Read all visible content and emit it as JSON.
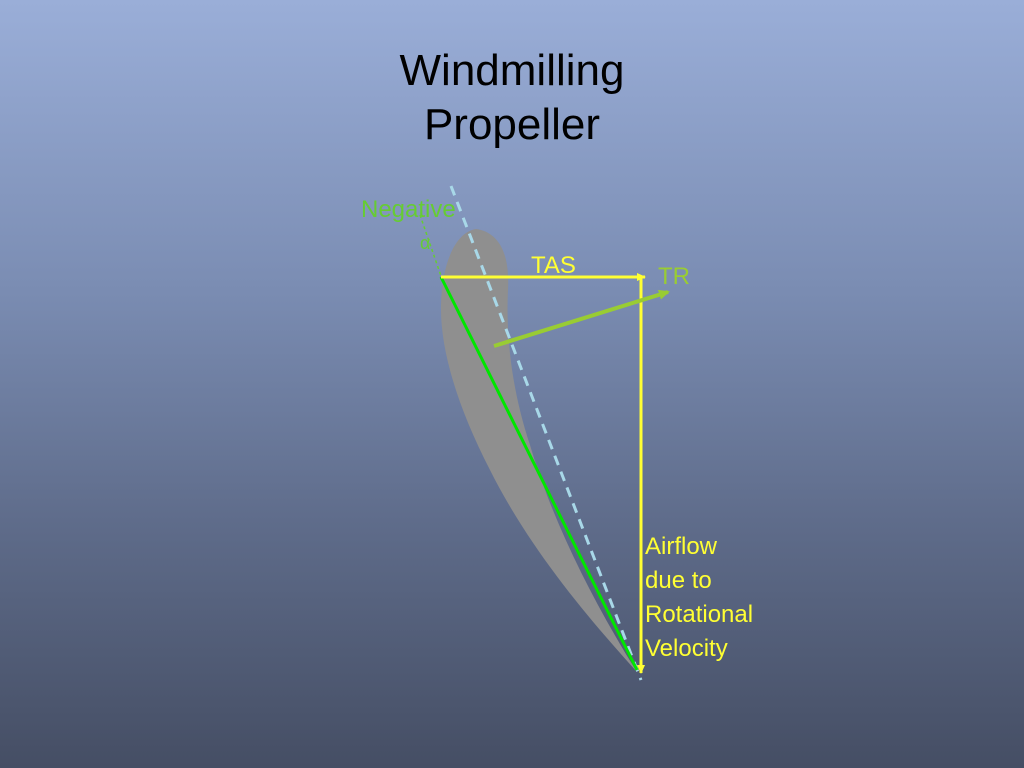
{
  "slide": {
    "title_line1": "Windmilling",
    "title_line2": "Propeller"
  },
  "labels": {
    "negative": "Negative",
    "alpha": "α",
    "tas": "TAS",
    "tr": "TR",
    "airflow_line1": "Airflow",
    "airflow_line2": "due to",
    "airflow_line3": "Rotational",
    "airflow_line4": "Velocity"
  },
  "colors": {
    "title_text": "#000000",
    "airfoil_fill": "#8f8f8f",
    "chord_line": "#00e600",
    "dashed_line": "#a8d8e8",
    "tas_vector": "#ffff33",
    "rotational_vector": "#ffff33",
    "tr_vector": "#99cc33",
    "negative_label": "#66cc33",
    "tas_label": "#ffff33",
    "tr_label": "#99cc33",
    "airflow_label": "#ffff33"
  }
}
